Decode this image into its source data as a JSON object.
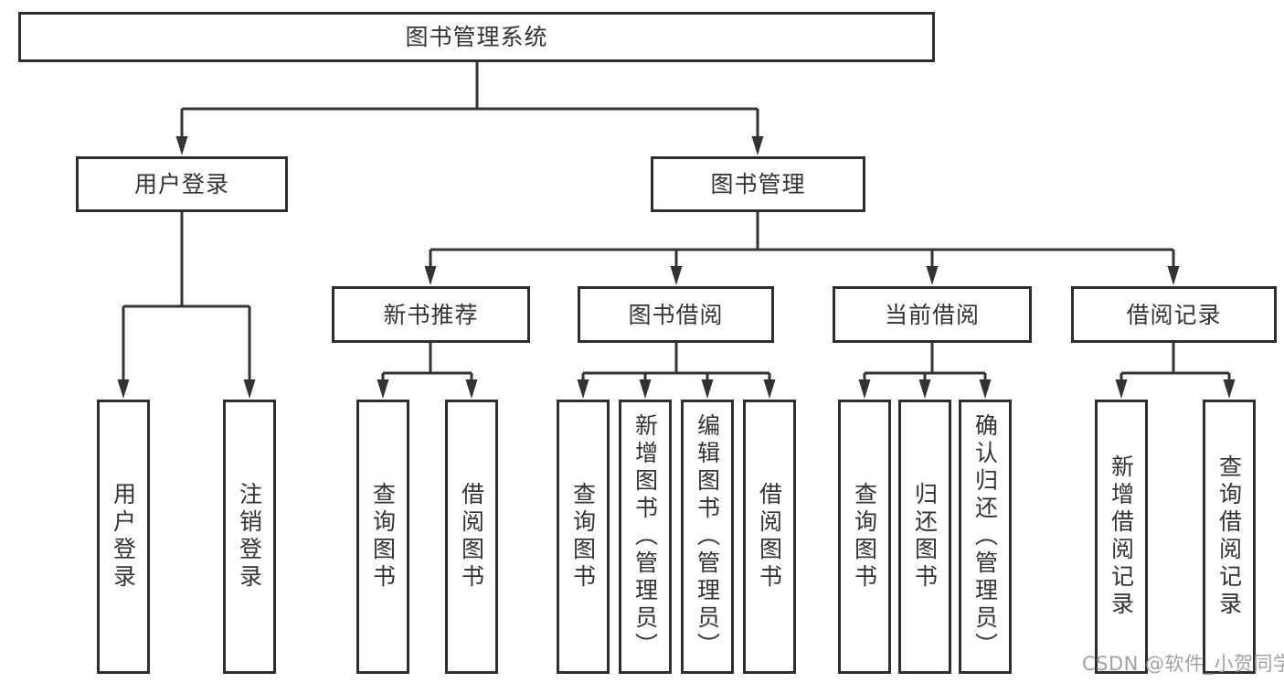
{
  "diagram": {
    "title": "图书管理系统",
    "branches": [
      {
        "label": "用户登录",
        "children": [
          {
            "label": "用户登录"
          },
          {
            "label": "注销登录"
          }
        ]
      },
      {
        "label": "图书管理",
        "children": [
          {
            "label": "新书推荐",
            "children": [
              {
                "label": "查询图书"
              },
              {
                "label": "借阅图书"
              }
            ]
          },
          {
            "label": "图书借阅",
            "children": [
              {
                "label": "查询图书"
              },
              {
                "label": "新增图书（管理员）"
              },
              {
                "label": "编辑图书（管理员）"
              },
              {
                "label": "借阅图书"
              }
            ]
          },
          {
            "label": "当前借阅",
            "children": [
              {
                "label": "查询图书"
              },
              {
                "label": "归还图书"
              },
              {
                "label": "确认归还（管理员）"
              }
            ]
          },
          {
            "label": "借阅记录",
            "children": [
              {
                "label": "新增借阅记录"
              },
              {
                "label": "查询借阅记录"
              }
            ]
          }
        ]
      }
    ]
  },
  "watermark": {
    "text": "CSDN @软件_小贺同学"
  },
  "colors": {
    "background": "#ffffff",
    "line": "#333333",
    "box_border": "#2e2e2e",
    "text": "#333333",
    "watermark": "#a2a2a2"
  }
}
